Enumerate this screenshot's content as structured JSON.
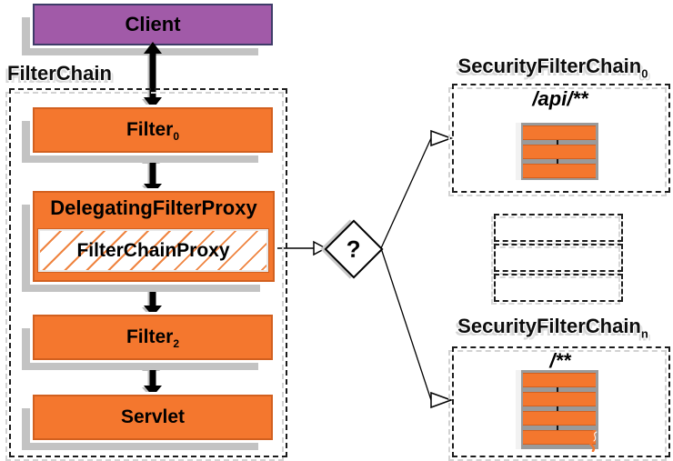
{
  "palette": {
    "orange": "#F4772E",
    "orange_border": "#D2601F",
    "purple": "#A15AA8",
    "purple_border": "#3E3C68",
    "shadow_gray": "#C3C3C3",
    "bar_backdrop_gray": "#9A9A9A"
  },
  "client": {
    "label": "Client"
  },
  "filter_chain": {
    "title": "FilterChain",
    "filter0": {
      "base": "Filter",
      "sub": "0"
    },
    "delegating_proxy": {
      "label": "DelegatingFilterProxy"
    },
    "filter_chain_proxy": {
      "label": "FilterChainProxy"
    },
    "filter2": {
      "base": "Filter",
      "sub": "2"
    },
    "servlet": {
      "label": "Servlet"
    }
  },
  "decision": {
    "label": "?"
  },
  "security_chains": [
    {
      "title": "SecurityFilterChain",
      "sub": "0",
      "pattern": "/api/**",
      "filter_count": 3
    },
    {
      "title": "SecurityFilterChain",
      "sub": "n",
      "pattern": "/**",
      "filter_count": 4
    }
  ],
  "ellipsis_box_count": 3
}
